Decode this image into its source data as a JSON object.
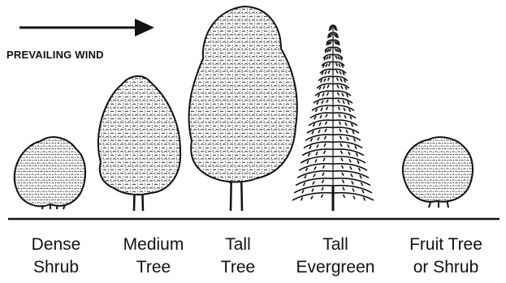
{
  "wind": {
    "label": "PREVAILING WIND",
    "direction": "left-to-right",
    "arrow_icon": "right-arrow-icon"
  },
  "plants": [
    {
      "id": "dense-shrub",
      "line1": "Dense",
      "line2": "Shrub",
      "icon": "dense-shrub-icon"
    },
    {
      "id": "medium-tree",
      "line1": "Medium",
      "line2": "Tree",
      "icon": "medium-tree-icon"
    },
    {
      "id": "tall-tree",
      "line1": "Tall",
      "line2": "Tree",
      "icon": "tall-tree-icon"
    },
    {
      "id": "tall-evergreen",
      "line1": "Tall",
      "line2": "Evergreen",
      "icon": "evergreen-tree-icon"
    },
    {
      "id": "fruit-tree-or-shrub",
      "line1": "Fruit Tree",
      "line2": "or Shrub",
      "icon": "fruit-shrub-icon"
    }
  ],
  "colors": {
    "ink": "#111111",
    "background": "#ffffff"
  }
}
